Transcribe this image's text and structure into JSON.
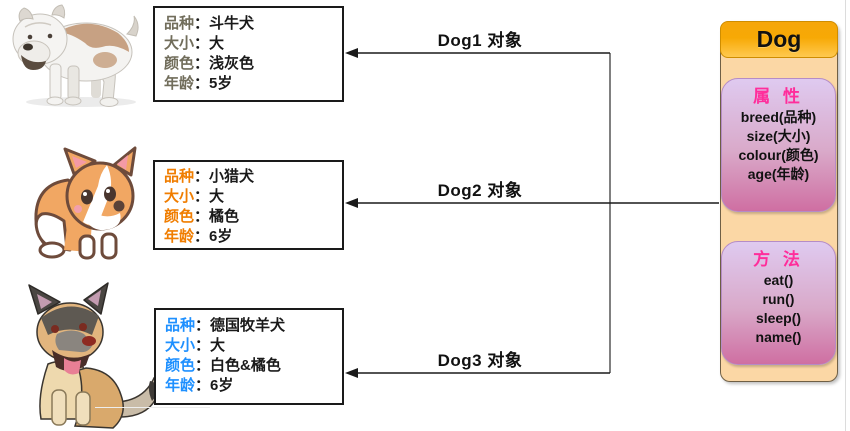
{
  "separator": "：",
  "connector": {
    "line_color": "#808080",
    "arrow_color": "#1a1a1a"
  },
  "objects": [
    {
      "arrow_label": "Dog1 对象",
      "dog_illustration": "bulldog",
      "label_color": "#716D5B",
      "fields": [
        {
          "label": "品种",
          "value": "斗牛犬"
        },
        {
          "label": "大小",
          "value": "大"
        },
        {
          "label": "颜色",
          "value": "浅灰色"
        },
        {
          "label": "年龄",
          "value": "5岁"
        }
      ]
    },
    {
      "arrow_label": "Dog2 对象",
      "dog_illustration": "corgi-puppy",
      "label_color": "#F07D00",
      "fields": [
        {
          "label": "品种",
          "value": "小猎犬"
        },
        {
          "label": "大小",
          "value": "大"
        },
        {
          "label": "颜色",
          "value": "橘色"
        },
        {
          "label": "年龄",
          "value": "6岁"
        }
      ]
    },
    {
      "arrow_label": "Dog3 对象",
      "dog_illustration": "german-shepherd",
      "label_color": "#1E90FF",
      "fields": [
        {
          "label": "品种",
          "value": "德国牧羊犬"
        },
        {
          "label": "大小",
          "value": "大"
        },
        {
          "label": "颜色",
          "value": "白色&橘色"
        },
        {
          "label": "年龄",
          "value": "6岁"
        }
      ]
    }
  ],
  "class_box": {
    "title": "Dog",
    "sections": [
      {
        "header": "属 性",
        "items": [
          "breed(品种)",
          "size(大小)",
          "colour(颜色)",
          "age(年龄)"
        ]
      },
      {
        "header": "方 法",
        "items": [
          "eat()",
          "run()",
          "sleep()",
          "name()"
        ]
      }
    ],
    "colors": {
      "header_gradient_top": "#F6A60A",
      "header_gradient_bottom": "#FFC94F",
      "body_fill": "#FBD7A5",
      "section_gradient_top": "#DFCAF0",
      "section_gradient_bottom": "#CF6FA2",
      "section_title_color": "#FF2D9B"
    }
  }
}
